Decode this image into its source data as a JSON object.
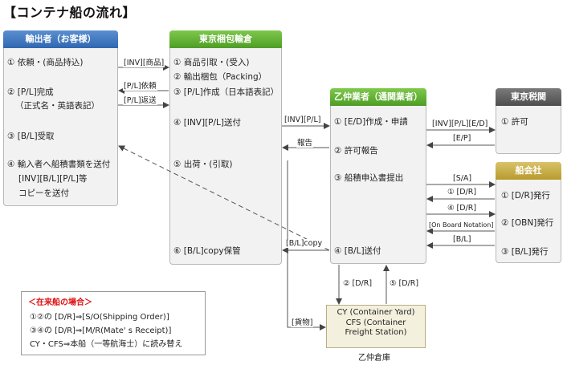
{
  "title": "【コンテナ船の流れ】",
  "exporter": {
    "header": "輸出者（お客様）",
    "items": [
      "① 依頼・(商品持込)",
      "② [P/L]完成",
      "（正式名・英語表記）",
      "③ [B/L]受取",
      "④ 輸入者へ船積書類を送付",
      "[INV][B/L][P/L]等",
      "コピーを送付"
    ]
  },
  "warehouse": {
    "header": "東京梱包輸倉",
    "items": [
      "① 商品引取・(受入)",
      "② 輸出梱包（Packing）",
      "③ [P/L]作成（日本語表記）",
      "④ [INV][P/L]送付",
      "⑤ 出荷・(引取)",
      "⑥ [B/L]copy保管"
    ]
  },
  "forwarder": {
    "header": "乙仲業者（通関業者）",
    "items": [
      "① [E/D]作成・申請",
      "② 許可報告",
      "③ 船積申込書提出",
      "④ [B/L]送付"
    ]
  },
  "customs": {
    "header": "東京税関",
    "items": [
      "① 許可"
    ]
  },
  "shipping": {
    "header": "船会社",
    "items": [
      "① [D/R]発行",
      "② [OBN]発行",
      "③ [B/L]発行"
    ]
  },
  "arrows": {
    "inv_goods": "[INV][商品]",
    "pl_request": "[P/L]依頼",
    "pl_return": "[P/L]返送",
    "inv_pl": "[INV][P/L]",
    "report": "報告",
    "bl_copy": "[B/L]copy",
    "cargo": "[貨物]",
    "inv_pl_ed": "[INV][P/L][E/D]",
    "ep": "[E/P]",
    "sa": "[S/A]",
    "dr1": "① [D/R]",
    "dr4": "④ [D/R]",
    "on_board": "[On Board Notation]",
    "bl": "[B/L]",
    "dr2": "② [D/R]",
    "dr5": "⑤ [D/R]"
  },
  "cy": {
    "lines": [
      "CY (Container Yard)",
      "CFS (Container",
      "Freight Station)"
    ],
    "caption": "乙仲倉庫"
  },
  "note": {
    "title": "＜在来船の場合＞",
    "lines": [
      "①②の [D/R]⇒[S/O(Shipping Order)]",
      "③④の [D/R]⇒[M/R(Mate' s Receipt)]",
      "CY・CFS⇒本船（一等航海士）に読み替え"
    ]
  }
}
